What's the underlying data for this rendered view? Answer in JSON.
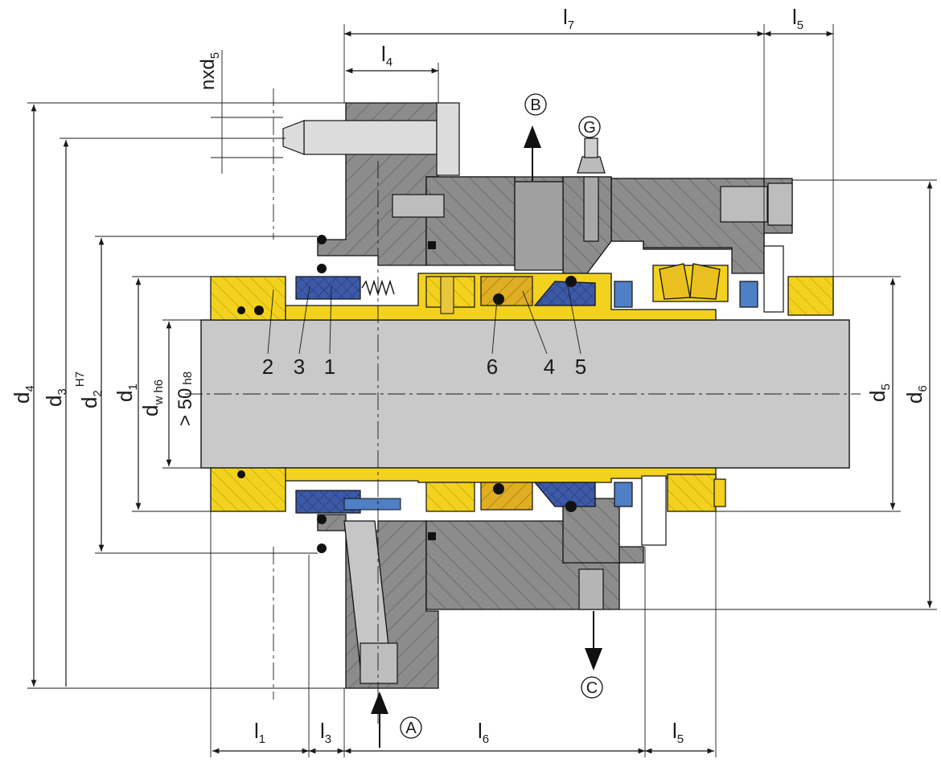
{
  "dimensions": {
    "l7": "l",
    "l7_sub": "7",
    "l5_top": "l",
    "l5_top_sub": "5",
    "l4": "l",
    "l4_sub": "4",
    "nxd5": "nxd",
    "nxd5_sub": "5",
    "l1": "l",
    "l1_sub": "1",
    "l3": "l",
    "l3_sub": "3",
    "l6": "l",
    "l6_sub": "6",
    "l5_bottom": "l",
    "l5_bottom_sub": "5",
    "d4": "d",
    "d4_sub": "4",
    "d3": "d",
    "d3_sub": "3",
    "d2": "d",
    "d2_sub": "2",
    "d2_tol": "H7",
    "d1": "d",
    "d1_sub": "1",
    "dw": "d",
    "dw_sub": "w h6",
    "gt50": "> 50",
    "gt50_tol": "h8",
    "d5": "d",
    "d5_sub": "5",
    "d6": "d",
    "d6_sub": "6"
  },
  "ports": {
    "A": "A",
    "B": "B",
    "C": "C",
    "G": "G"
  },
  "parts": {
    "p1": "1",
    "p2": "2",
    "p3": "3",
    "p4": "4",
    "p5": "5",
    "p6": "6"
  },
  "colors": {
    "housing": "#8a8a8a",
    "shaft": "#c9c9c9",
    "sleeve": "#f2d21e",
    "seal_blue": "#3d5aa8",
    "bearing_blue": "#4f7fc4",
    "bronze": "#e2b42c",
    "oring": "#111111"
  }
}
